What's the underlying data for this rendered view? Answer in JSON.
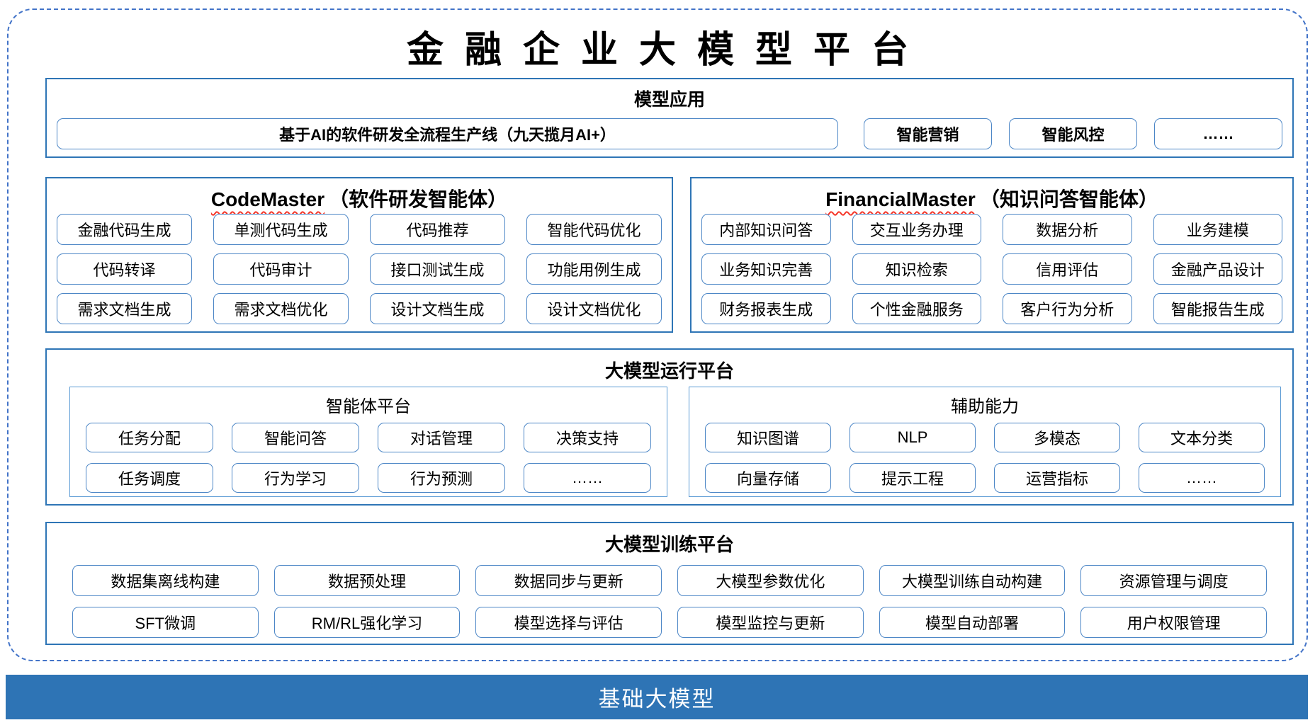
{
  "title": "金融企业大模型平台",
  "colors": {
    "section_border": "#2E75B6",
    "node_border": "#4C86C6",
    "group_border": "#5B9BD5",
    "dashed_frame": "#4273C8",
    "footer_bg": "#2E74B5",
    "squiggle": "#F5372A",
    "text": "#000000",
    "footer_text": "#FFFFFF"
  },
  "sections": {
    "model_app": {
      "header": "模型应用",
      "main_button": "基于AI的软件研发全流程生产线（九天揽月AI+）",
      "buttons": [
        "智能营销",
        "智能风控",
        "……"
      ]
    },
    "code_master": {
      "title_en": "CodeMaster",
      "title_zh": "（软件研发智能体）",
      "rows": [
        [
          "金融代码生成",
          "单测代码生成",
          "代码推荐",
          "智能代码优化"
        ],
        [
          "代码转译",
          "代码审计",
          "接口测试生成",
          "功能用例生成"
        ],
        [
          "需求文档生成",
          "需求文档优化",
          "设计文档生成",
          "设计文档优化"
        ]
      ]
    },
    "financial_master": {
      "title_en": "FinancialMaster",
      "title_zh": "（知识问答智能体）",
      "rows": [
        [
          "内部知识问答",
          "交互业务办理",
          "数据分析",
          "业务建模"
        ],
        [
          "业务知识完善",
          "知识检索",
          "信用评估",
          "金融产品设计"
        ],
        [
          "财务报表生成",
          "个性金融服务",
          "客户行为分析",
          "智能报告生成"
        ]
      ]
    },
    "runtime": {
      "header": "大模型运行平台",
      "groups": [
        {
          "title": "智能体平台",
          "rows": [
            [
              "任务分配",
              "智能问答",
              "对话管理",
              "决策支持"
            ],
            [
              "任务调度",
              "行为学习",
              "行为预测",
              "……"
            ]
          ]
        },
        {
          "title": "辅助能力",
          "rows": [
            [
              "知识图谱",
              "NLP",
              "多模态",
              "文本分类"
            ],
            [
              "向量存储",
              "提示工程",
              "运营指标",
              "……"
            ]
          ]
        }
      ]
    },
    "training": {
      "header": "大模型训练平台",
      "rows": [
        [
          "数据集离线构建",
          "数据预处理",
          "数据同步与更新",
          "大模型参数优化",
          "大模型训练自动构建",
          "资源管理与调度"
        ],
        [
          "SFT微调",
          "RM/RL强化学习",
          "模型选择与评估",
          "模型监控与更新",
          "模型自动部署",
          "用户权限管理"
        ]
      ]
    },
    "foundation": {
      "label": "基础大模型"
    }
  }
}
